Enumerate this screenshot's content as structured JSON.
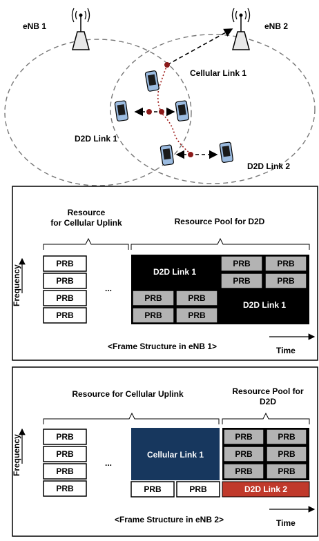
{
  "top": {
    "enb1_label": "eNB 1",
    "enb2_label": "eNB 2",
    "cellular_link_label": "Cellular Link 1",
    "d2d1_label": "D2D Link 1",
    "d2d2_label": "D2D Link 2"
  },
  "frame1": {
    "cellular_title_line1": "Resource",
    "cellular_title_line2": "for Cellular Uplink",
    "pool_title": "Resource Pool for D2D",
    "y_axis": "Frequency",
    "x_axis": "Time",
    "prb": "PRB",
    "ellipsis": "...",
    "d2d_block_a": "D2D Link 1",
    "d2d_block_b": "D2D Link 1",
    "caption": "<Frame Structure in eNB 1>"
  },
  "frame2": {
    "cellular_title": "Resource for Cellular Uplink",
    "pool_title_line1": "Resource Pool for",
    "pool_title_line2": "D2D",
    "y_axis": "Frequency",
    "x_axis": "Time",
    "prb": "PRB",
    "ellipsis": "...",
    "cellular_block": "Cellular Link 1",
    "d2d_block": "D2D Link 2",
    "caption": "<Frame Structure in eNB 2>"
  },
  "colors": {
    "d2d_block_frame1": "#000000",
    "cellular_block": "#17375e",
    "d2d_block_frame2": "#c0392b",
    "gray_prb": "#b3b3b3",
    "link_dots": "#8b1a1a"
  }
}
